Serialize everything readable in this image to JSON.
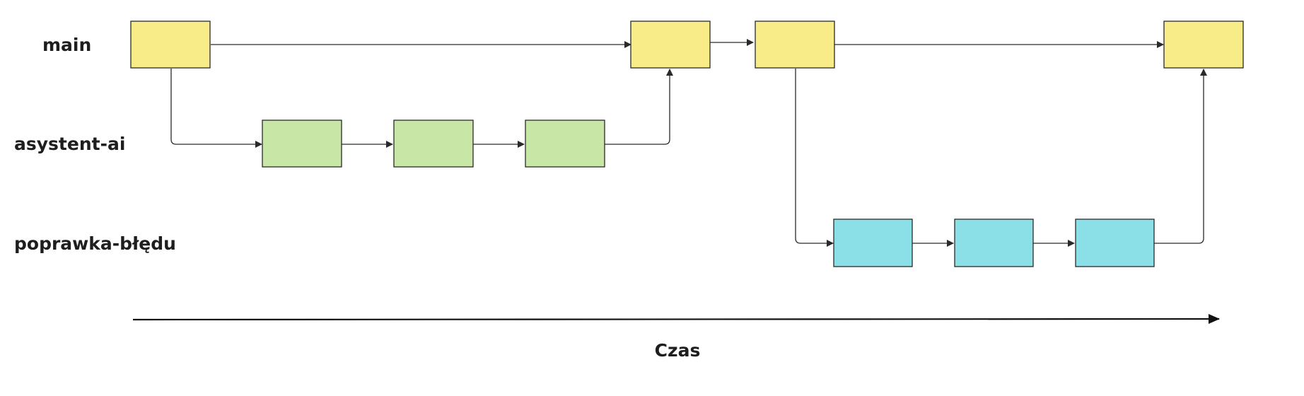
{
  "branches": [
    {
      "id": "main",
      "label": "main",
      "color": "#f8ec88"
    },
    {
      "id": "ai",
      "label": "asystent-ai",
      "color": "#c8e6a6"
    },
    {
      "id": "fix",
      "label": "poprawka-błędu",
      "color": "#8ae0e6"
    }
  ],
  "commits": {
    "main": 4,
    "ai": 3,
    "fix": 3
  },
  "axis": {
    "label": "Czas"
  },
  "colors": {
    "line": "#2a2a2a",
    "axis": "#111111",
    "text": "#1e1e1e"
  }
}
